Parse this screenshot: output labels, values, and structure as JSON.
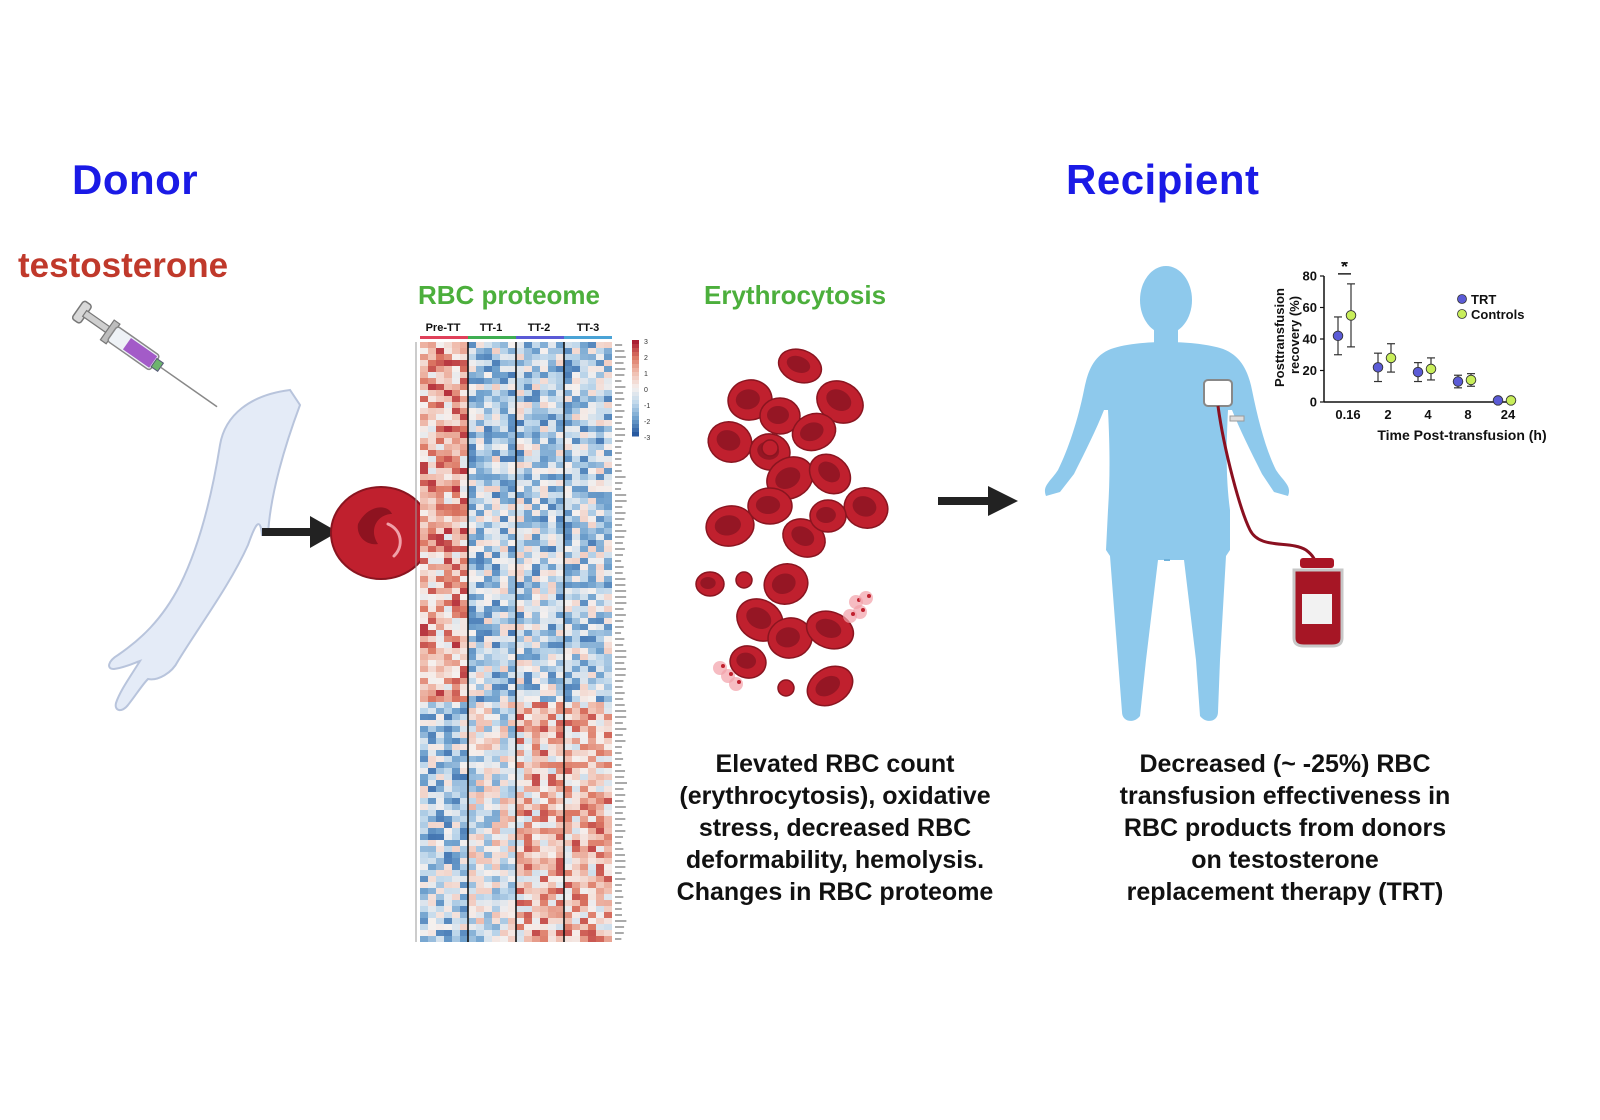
{
  "donor": {
    "title": "Donor",
    "agent": "testosterone"
  },
  "recipient": {
    "title": "Recipient"
  },
  "proteome": {
    "title": "RBC proteome",
    "columns": [
      "Pre-TT",
      "TT-1",
      "TT-2",
      "TT-3"
    ],
    "column_colors": [
      "#e0405a",
      "#3fae52",
      "#5a5ad6",
      "#4aa3d6"
    ],
    "scale_ticks": [
      "3",
      "2",
      "1",
      "0",
      "-1",
      "-2",
      "-3"
    ]
  },
  "erythrocytosis": {
    "title": "Erythrocytosis",
    "description": [
      "Elevated RBC count",
      "(erythrocytosis), oxidative",
      "stress, decreased RBC",
      "deformability, hemolysis.",
      "Changes in RBC proteome"
    ]
  },
  "outcome": {
    "description": [
      "Decreased (~ -25%) RBC",
      "transfusion effectiveness in",
      "RBC products from donors",
      "on testosterone",
      "replacement therapy (TRT)"
    ]
  },
  "colors": {
    "rbc": "#c0202e",
    "body": "#8ec9ec",
    "title_blue": "#1a1ae6",
    "title_red": "#c0392b",
    "title_green": "#4caf3c"
  },
  "icons": [
    "syringe-icon",
    "arm-icon",
    "red-blood-cell-icon",
    "arrow-icon",
    "human-body-icon",
    "blood-bag-icon"
  ],
  "chart_data": {
    "type": "scatter",
    "x": [
      "0.16",
      "2",
      "4",
      "8",
      "24"
    ],
    "series": [
      {
        "name": "TRT",
        "color": "#5b5bd6",
        "values": [
          42,
          22,
          19,
          13,
          1
        ],
        "err": [
          12,
          9,
          6,
          4,
          1
        ]
      },
      {
        "name": "Controls",
        "color": "#c8ee5a",
        "values": [
          55,
          28,
          21,
          14,
          1
        ],
        "err": [
          20,
          9,
          7,
          4,
          1
        ]
      }
    ],
    "ylabel": "Posttransfusion recovery (%)",
    "ylabel_lines": [
      "Posttransfusion",
      "recovery (%)"
    ],
    "xlabel": "Time Post-transfusion (h)",
    "yticks": [
      "0",
      "20",
      "40",
      "60",
      "80"
    ],
    "ylim": [
      0,
      80
    ],
    "annotation": "*",
    "legend_placement": "top-right"
  }
}
